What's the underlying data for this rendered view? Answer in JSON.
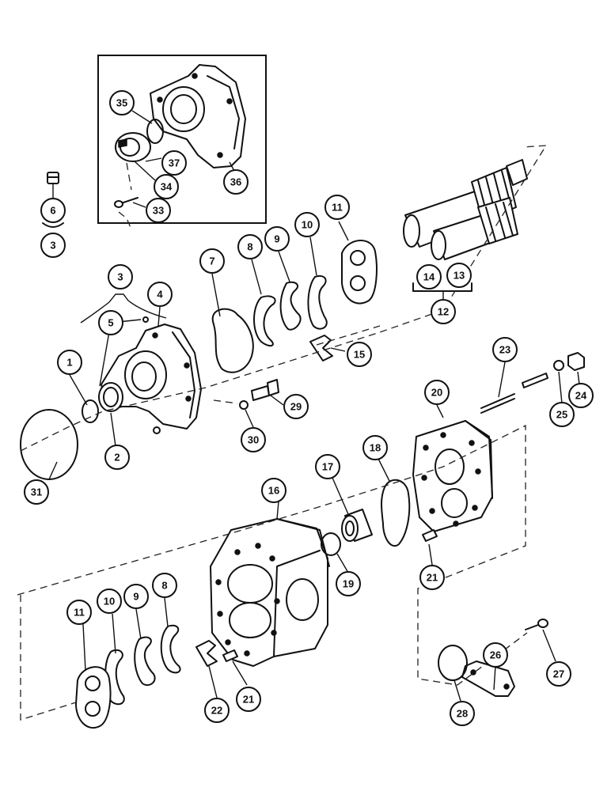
{
  "callouts": [
    {
      "id": "1",
      "label": "1"
    },
    {
      "id": "2",
      "label": "2"
    },
    {
      "id": "3a",
      "label": "3"
    },
    {
      "id": "3b",
      "label": "3"
    },
    {
      "id": "4",
      "label": "4"
    },
    {
      "id": "5",
      "label": "5"
    },
    {
      "id": "6",
      "label": "6"
    },
    {
      "id": "7",
      "label": "7"
    },
    {
      "id": "8a",
      "label": "8"
    },
    {
      "id": "8b",
      "label": "8"
    },
    {
      "id": "9a",
      "label": "9"
    },
    {
      "id": "9b",
      "label": "9"
    },
    {
      "id": "10a",
      "label": "10"
    },
    {
      "id": "10b",
      "label": "10"
    },
    {
      "id": "11a",
      "label": "11"
    },
    {
      "id": "11b",
      "label": "11"
    },
    {
      "id": "12",
      "label": "12"
    },
    {
      "id": "13",
      "label": "13"
    },
    {
      "id": "14",
      "label": "14"
    },
    {
      "id": "15",
      "label": "15"
    },
    {
      "id": "16",
      "label": "16"
    },
    {
      "id": "17",
      "label": "17"
    },
    {
      "id": "18",
      "label": "18"
    },
    {
      "id": "19",
      "label": "19"
    },
    {
      "id": "20",
      "label": "20"
    },
    {
      "id": "21a",
      "label": "21"
    },
    {
      "id": "21b",
      "label": "21"
    },
    {
      "id": "22",
      "label": "22"
    },
    {
      "id": "23",
      "label": "23"
    },
    {
      "id": "24",
      "label": "24"
    },
    {
      "id": "25",
      "label": "25"
    },
    {
      "id": "26",
      "label": "26"
    },
    {
      "id": "27",
      "label": "27"
    },
    {
      "id": "28",
      "label": "28"
    },
    {
      "id": "29",
      "label": "29"
    },
    {
      "id": "30",
      "label": "30"
    },
    {
      "id": "31",
      "label": "31"
    },
    {
      "id": "33",
      "label": "33"
    },
    {
      "id": "34",
      "label": "34"
    },
    {
      "id": "35",
      "label": "35"
    },
    {
      "id": "36",
      "label": "36"
    },
    {
      "id": "37",
      "label": "37"
    }
  ]
}
